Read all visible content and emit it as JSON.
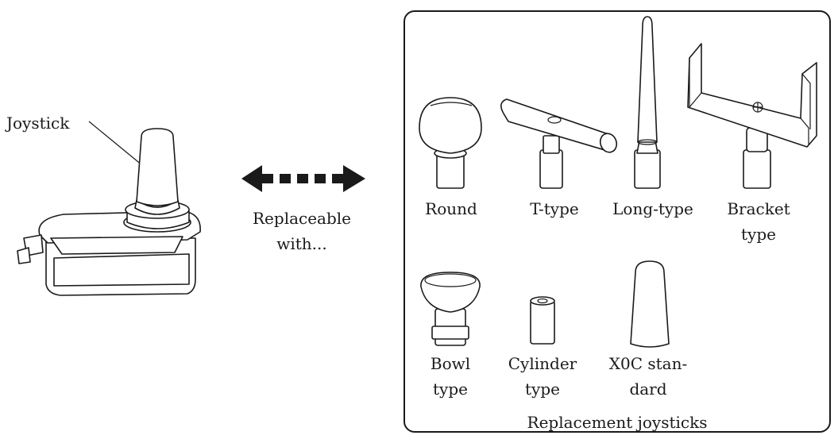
{
  "main_device": {
    "label": "Joystick"
  },
  "swap": {
    "label_line1": "Replaceable",
    "label_line2": "with..."
  },
  "panel": {
    "caption": "Replacement joysticks",
    "items": [
      {
        "line1": "Round",
        "line2": ""
      },
      {
        "line1": "T-type",
        "line2": ""
      },
      {
        "line1": "Long-type",
        "line2": ""
      },
      {
        "line1": "Bracket",
        "line2": "type"
      },
      {
        "line1": "Bowl",
        "line2": "type"
      },
      {
        "line1": "Cylinder",
        "line2": "type"
      },
      {
        "line1": "X0C stan-",
        "line2": "dard"
      }
    ]
  }
}
